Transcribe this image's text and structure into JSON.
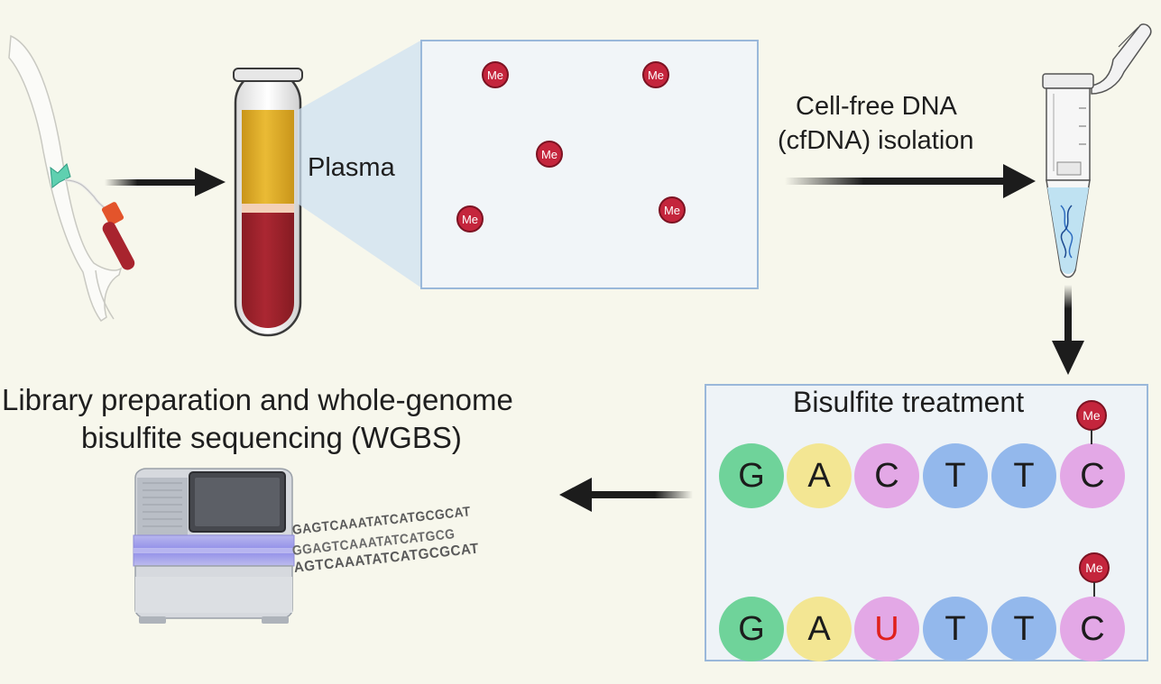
{
  "labels": {
    "plasma": "Plasma",
    "isolation_line1": "Cell-free DNA",
    "isolation_line2": "(cfDNA) isolation",
    "bisulfite_title": "Bisulfite treatment",
    "library_line1": "Library preparation and whole-genome",
    "library_line2": "bisulfite sequencing (WGBS)",
    "methyl_tag": "Me"
  },
  "bases_before": [
    "G",
    "A",
    "C",
    "T",
    "T",
    "C"
  ],
  "bases_after": [
    "G",
    "A",
    "U",
    "T",
    "T",
    "C"
  ],
  "reads": [
    "GAGTCAAATATCATGCGCAT",
    "GGAGTCAAATATCATGCG",
    "AGTCAAATATCATGCGCAT"
  ],
  "colors": {
    "background": "#f7f7ec",
    "base_G": "#6fd39a",
    "base_A": "#f3e693",
    "base_C": "#e3a8e6",
    "base_T": "#93b8ec",
    "base_U": "#e3a8e6",
    "converted_text": "#e0201c",
    "methyl": "#c4253c",
    "dna_red": "#c8283a",
    "dna_blue": "#2d6cc0",
    "plasma": "#e7b52a",
    "blood": "#a8242e",
    "arrow": "#1c1c1c"
  }
}
